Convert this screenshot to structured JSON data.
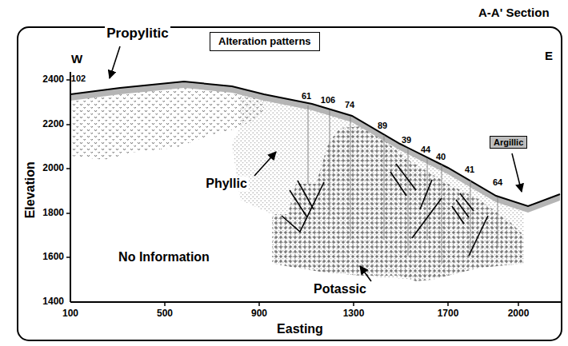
{
  "diagram": {
    "title": "A-A' Section",
    "nodes": [
      {
        "text": [
          "Alteration patterns"
        ]
      },
      {
        "text": [
          "Argillic"
        ]
      }
    ],
    "labels": [
      "W",
      "E",
      "Propylitic",
      "Phyllic",
      "Potassic",
      "No Information",
      "102",
      "61",
      "106",
      "74",
      "89",
      "39",
      "44",
      "40",
      "41",
      "64",
      "Elevation",
      "Easting",
      "2400",
      "2200",
      "2000",
      "1800",
      "1600",
      "1400",
      "100",
      "500",
      "900",
      "1300",
      "1700",
      "2000"
    ]
  }
}
